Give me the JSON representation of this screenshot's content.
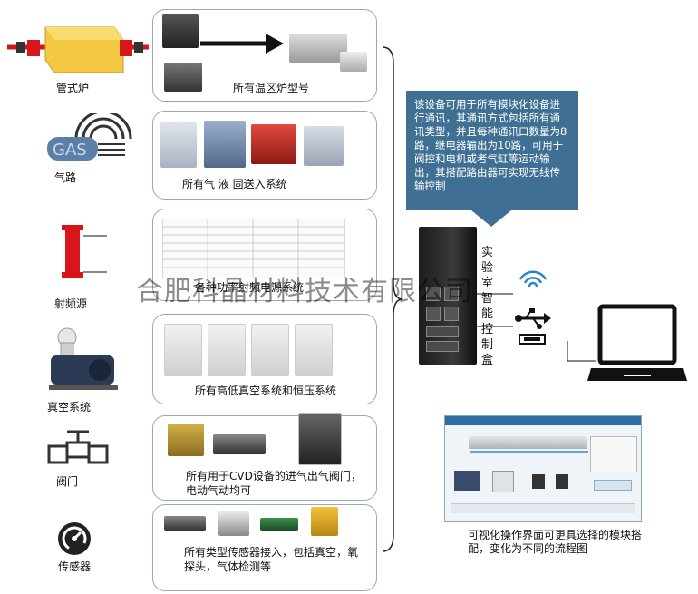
{
  "left_items": [
    {
      "label": "管式炉",
      "icon": "tube-furnace-icon"
    },
    {
      "label": "气路",
      "icon": "gas-line-icon"
    },
    {
      "label": "射频源",
      "icon": "rf-source-icon"
    },
    {
      "label": "真空系统",
      "icon": "vacuum-pump-icon"
    },
    {
      "label": "阀门",
      "icon": "valve-icon"
    },
    {
      "label": "传感器",
      "icon": "sensor-gauge-icon"
    }
  ],
  "panels": [
    {
      "text": "所有温区炉型号"
    },
    {
      "text": "所有气 液 固送入系统"
    },
    {
      "text": "各种功率射频电源系统"
    },
    {
      "text": "所有高低真空系统和恒压系统"
    },
    {
      "text": "所有用于CVD设备的进气出气阀门，电动气动均可"
    },
    {
      "text": "所有类型传感器接入，包括真空，氧探头，气体检测等"
    }
  ],
  "info_box": {
    "text": "该设备可用于所有模块化设备进行通讯，其通讯方式包括所有通讯类型，并且每种通讯口数量为8路，继电器输出为10路，可用于阀控和电机或者气缸等运动输出，其搭配路由器可实现无线传输控制"
  },
  "controller_label": "实验室智能控制盒",
  "watermark": "合肥科晶材料技术有限公司",
  "caption": "可视化操作界面可更具选择的模块搭配，变化为不同的流程图",
  "colors": {
    "info_bg": "#3f6f93",
    "furnace_yellow": "#f4c842",
    "rf_red": "#d8151b",
    "panel_border": "#9aa9b8"
  }
}
